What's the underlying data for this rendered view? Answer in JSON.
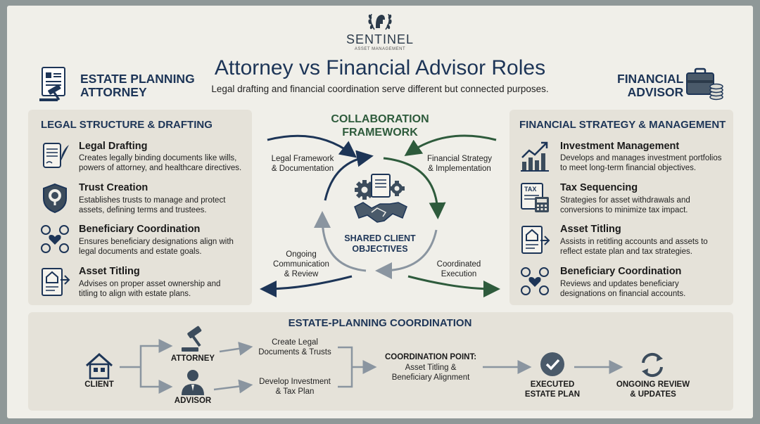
{
  "brand": {
    "name": "SENTINEL",
    "tagline": "ASSET MANAGEMENT"
  },
  "header": {
    "title": "Attorney vs Financial Advisor Roles",
    "subtitle": "Legal drafting and financial coordination serve different but connected purposes.",
    "left_role": "ESTATE PLANNING\nATTORNEY",
    "right_role": "FINANCIAL\nADVISOR"
  },
  "left_panel": {
    "title": "LEGAL STRUCTURE & DRAFTING",
    "items": [
      {
        "icon": "scroll-quill-icon",
        "title": "Legal Drafting",
        "desc": "Creates legally binding documents like wills,\npowers of attorney, and healthcare directives."
      },
      {
        "icon": "shield-tree-icon",
        "title": "Trust Creation",
        "desc": "Establishes trusts to manage and protect\nassets, defining terms and trustees."
      },
      {
        "icon": "people-heart-icon",
        "title": "Beneficiary Coordination",
        "desc": "Ensures beneficiary designations align with\nlegal documents and estate goals."
      },
      {
        "icon": "house-document-icon",
        "title": "Asset Titling",
        "desc": "Advises on proper asset ownership and\ntitling to align with estate plans."
      }
    ]
  },
  "right_panel": {
    "title": "FINANCIAL STRATEGY & MANAGEMENT",
    "items": [
      {
        "icon": "growth-chart-icon",
        "title": "Investment Management",
        "desc": "Develops and manages investment portfolios\nto meet long-term financial objectives."
      },
      {
        "icon": "tax-calculator-icon",
        "title": "Tax Sequencing",
        "desc": "Strategies for asset withdrawals and\nconversions to minimize tax impact."
      },
      {
        "icon": "house-document-icon",
        "title": "Asset Titling",
        "desc": "Assists in retitling accounts and assets to\nreflect estate plan and tax strategies."
      },
      {
        "icon": "people-heart-icon",
        "title": "Beneficiary Coordination",
        "desc": "Reviews and updates beneficiary\ndesignations on financial accounts."
      }
    ]
  },
  "collaboration": {
    "title": "COLLABORATION\nFRAMEWORK",
    "center": "SHARED CLIENT\nOBJECTIVES",
    "labels": {
      "top_left": "Legal Framework\n& Documentation",
      "top_right": "Financial Strategy\n& Implementation",
      "bottom_left": "Ongoing\nCommunication\n& Review",
      "bottom_right": "Coordinated\nExecution"
    }
  },
  "bottom": {
    "title": "ESTATE-PLANNING COORDINATION",
    "client": "CLIENT",
    "attorney": "ATTORNEY",
    "advisor": "ADVISOR",
    "attorney_task": "Create Legal\nDocuments & Trusts",
    "advisor_task": "Develop Investment\n& Tax Plan",
    "coordination_label": "COORDINATION POINT:",
    "coordination_text": "Asset Titling &\nBeneficiary Alignment",
    "executed": "EXECUTED\nESTATE PLAN",
    "ongoing": "ONGOING REVIEW\n& UPDATES"
  },
  "colors": {
    "navy": "#1d3557",
    "green": "#2e5b3c",
    "panel": "#e5e2d9",
    "page": "#f0efe9"
  }
}
